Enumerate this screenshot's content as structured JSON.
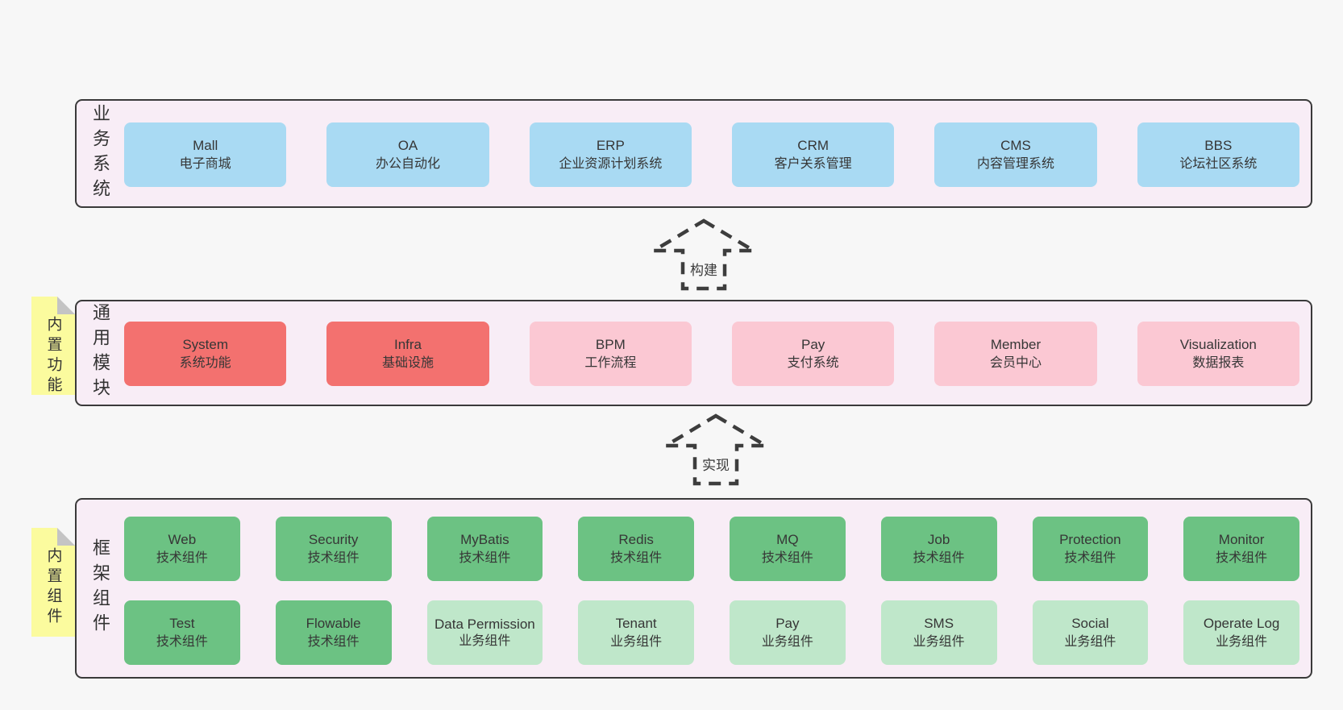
{
  "colors": {
    "page_bg": "#f7f7f7",
    "layer_bg": "#f8edf6",
    "layer_border": "#3a3a3a",
    "business_box_blue": "#a9daf3",
    "core_module_red": "#f3716f",
    "optional_module_pink": "#fbc8d3",
    "tech_component_green": "#6cc283",
    "biz_component_light_green": "#bfe7ca",
    "sticky_yellow": "#fbfb9e",
    "arrow_dash": "#3d3d3d",
    "text": "#363636"
  },
  "arrows": [
    {
      "label": "构建"
    },
    {
      "label": "实现"
    }
  ],
  "layers": [
    {
      "label": "业务系统",
      "rows": [
        [
          {
            "en": "Mall",
            "zh": "电子商城"
          },
          {
            "en": "OA",
            "zh": "办公自动化"
          },
          {
            "en": "ERP",
            "zh": "企业资源计划系统"
          },
          {
            "en": "CRM",
            "zh": "客户关系管理"
          },
          {
            "en": "CMS",
            "zh": "内容管理系统"
          },
          {
            "en": "BBS",
            "zh": "论坛社区系统"
          }
        ]
      ]
    },
    {
      "label": "通用模块",
      "sticky": "内置功能",
      "rows": [
        [
          {
            "en": "System",
            "zh": "系统功能"
          },
          {
            "en": "Infra",
            "zh": "基础设施"
          },
          {
            "en": "BPM",
            "zh": "工作流程"
          },
          {
            "en": "Pay",
            "zh": "支付系统"
          },
          {
            "en": "Member",
            "zh": "会员中心"
          },
          {
            "en": "Visualization",
            "zh": "数据报表"
          }
        ]
      ]
    },
    {
      "label": "框架组件",
      "sticky": "内置组件",
      "rows": [
        [
          {
            "en": "Web",
            "zh": "技术组件"
          },
          {
            "en": "Security",
            "zh": "技术组件"
          },
          {
            "en": "MyBatis",
            "zh": "技术组件"
          },
          {
            "en": "Redis",
            "zh": "技术组件"
          },
          {
            "en": "MQ",
            "zh": "技术组件"
          },
          {
            "en": "Job",
            "zh": "技术组件"
          },
          {
            "en": "Protection",
            "zh": "技术组件"
          },
          {
            "en": "Monitor",
            "zh": "技术组件"
          }
        ],
        [
          {
            "en": "Test",
            "zh": "技术组件"
          },
          {
            "en": "Flowable",
            "zh": "技术组件"
          },
          {
            "en": "Data Permission",
            "zh": "业务组件"
          },
          {
            "en": "Tenant",
            "zh": "业务组件"
          },
          {
            "en": "Pay",
            "zh": "业务组件"
          },
          {
            "en": "SMS",
            "zh": "业务组件"
          },
          {
            "en": "Social",
            "zh": "业务组件"
          },
          {
            "en": "Operate Log",
            "zh": "业务组件"
          }
        ]
      ]
    }
  ]
}
